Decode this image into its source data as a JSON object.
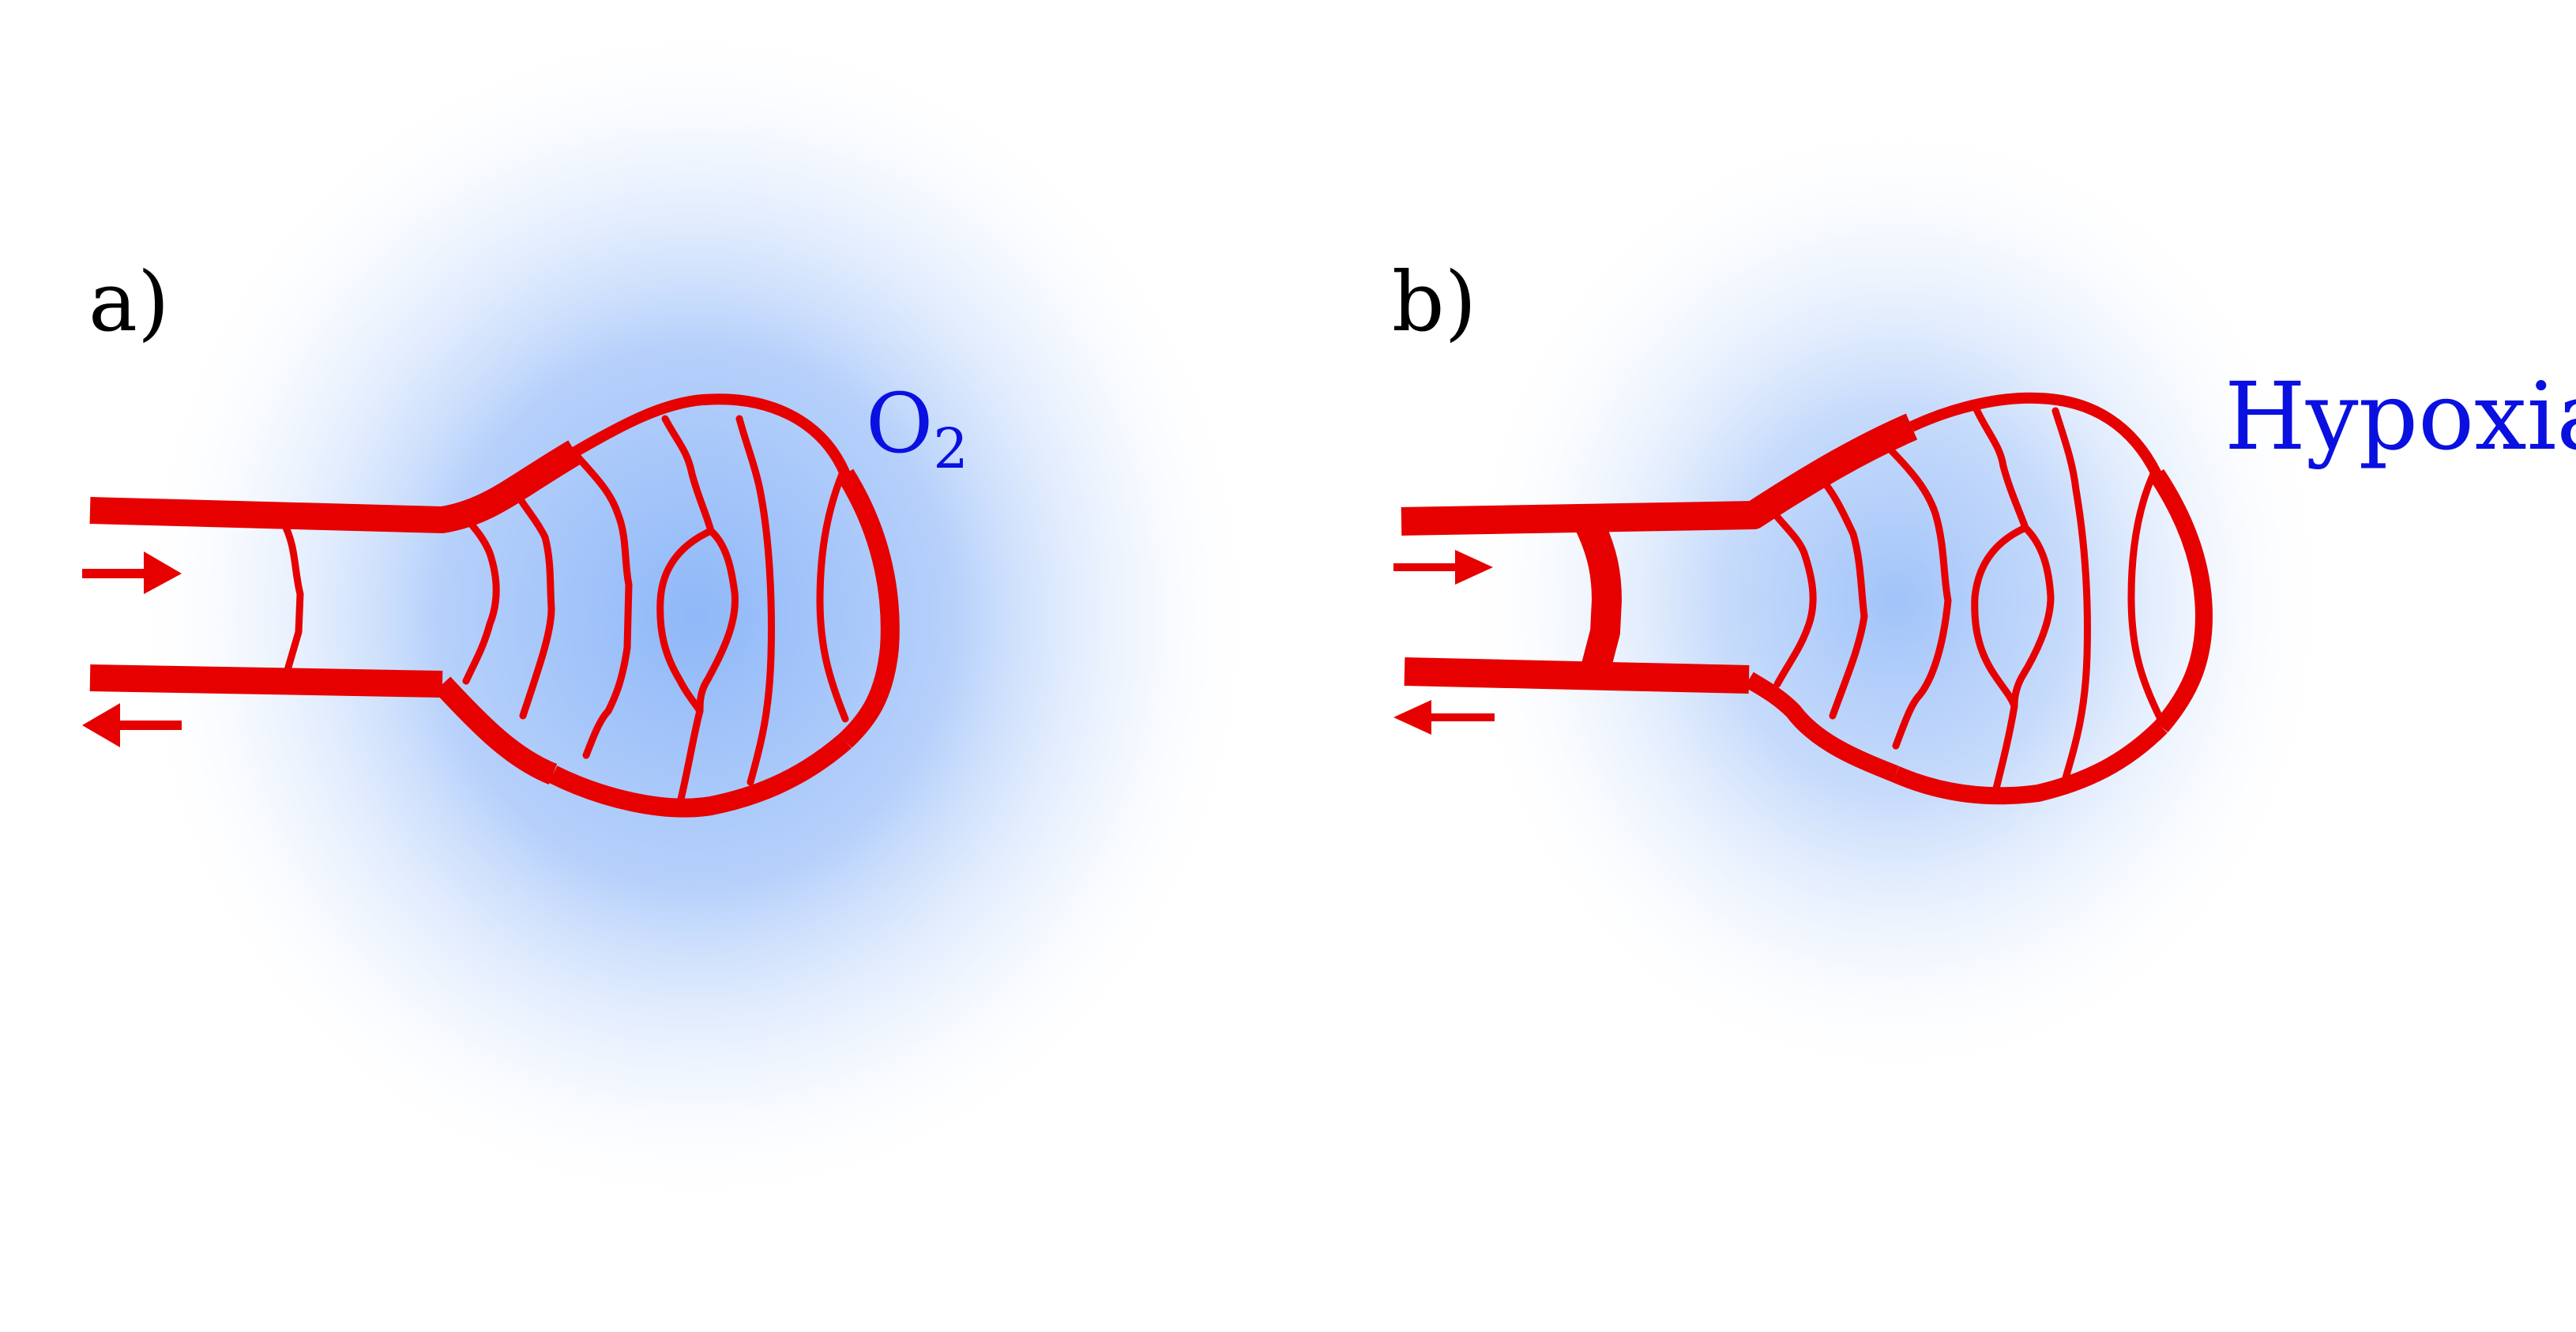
{
  "colors": {
    "vessel": "#e60000",
    "oxygen_glow": "#8fb8f8",
    "annotation_text": "#0a10e0",
    "label_text": "#000000",
    "background": "#ffffff"
  },
  "panels": [
    {
      "label": "a)",
      "annotation_base": "O",
      "annotation_subscript": "2",
      "flow_in_icon": "arrow-right-icon",
      "flow_out_icon": "arrow-left-icon"
    },
    {
      "label": "b)",
      "annotation_base": "Hypoxia",
      "annotation_subscript": "",
      "flow_in_icon": "arrow-right-icon",
      "flow_out_icon": "arrow-left-icon"
    }
  ]
}
